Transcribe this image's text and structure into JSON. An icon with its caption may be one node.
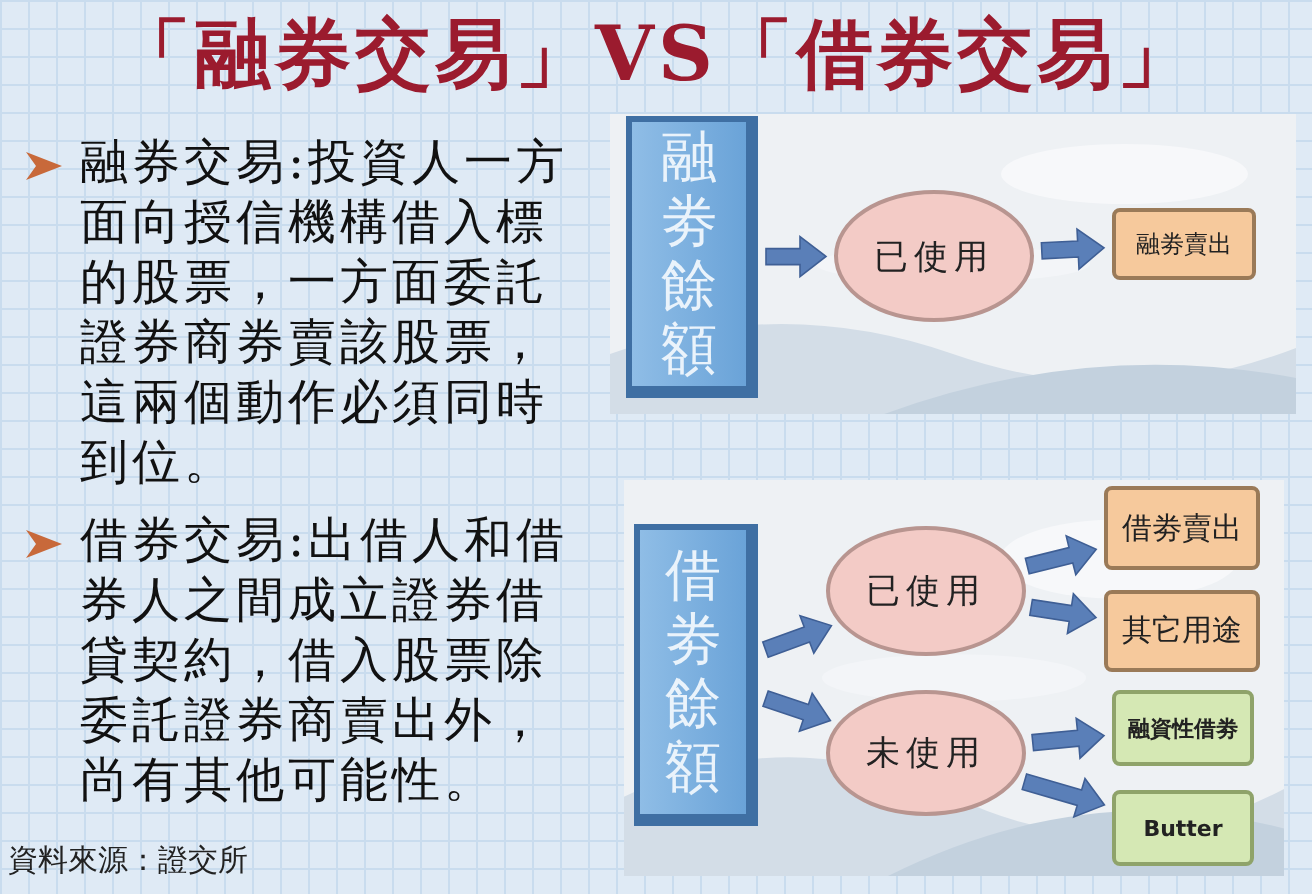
{
  "diagram": {
    "title": "「融券交易」VS「借券交易」",
    "nodes": [
      {
        "text": [
          "融劵餘額"
        ]
      },
      {
        "text": [
          "已使用"
        ]
      },
      {
        "text": [
          "融劵賣出"
        ]
      },
      {
        "text": [
          "借劵餘額"
        ]
      },
      {
        "text": [
          "已使用"
        ]
      },
      {
        "text": [
          "未使用"
        ]
      },
      {
        "text": [
          "借劵賣出"
        ]
      },
      {
        "text": [
          "其它用途"
        ]
      },
      {
        "text": [
          "融資性借劵"
        ]
      },
      {
        "text": [
          "Butter"
        ]
      }
    ],
    "edges": [
      {
        "from": 0,
        "to": 1,
        "arrow": "to"
      },
      {
        "from": 1,
        "to": 2,
        "arrow": "to"
      },
      {
        "from": 3,
        "to": 4,
        "arrow": "to"
      },
      {
        "from": 3,
        "to": 5,
        "arrow": "to"
      },
      {
        "from": 4,
        "to": 6,
        "arrow": "to"
      },
      {
        "from": 4,
        "to": 7,
        "arrow": "to"
      },
      {
        "from": 5,
        "to": 8,
        "arrow": "to"
      },
      {
        "from": 5,
        "to": 9,
        "arrow": "to"
      }
    ],
    "labels": [
      "融券交易:投資人一方面向授信機構借入標的股票，一方面委託證券商券賣該股票，這兩個動作必須同時到位。",
      "借券交易:出借人和借券人之間成立證券借貸契約，借入股票除委託證券商賣出外，尚有其他可能性。",
      "資料來源：證交所"
    ]
  }
}
